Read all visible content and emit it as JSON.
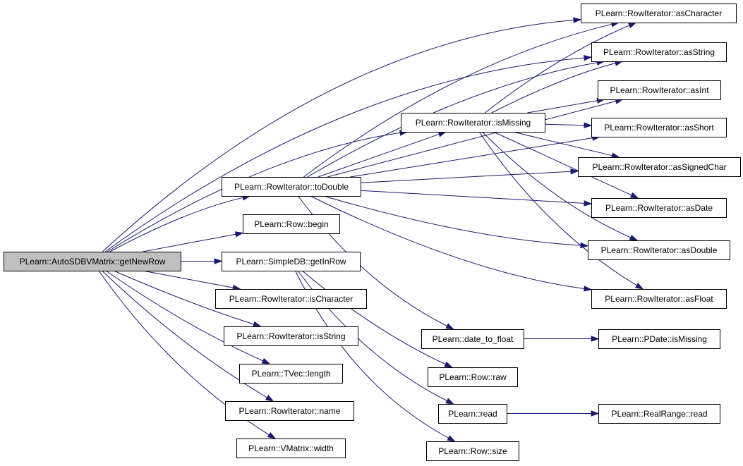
{
  "diagram": {
    "colors": {
      "edge": "#191970",
      "root_fill": "#bfbfbf",
      "node_fill": "#ffffff",
      "border": "#000000"
    },
    "nodes": [
      {
        "id": "getNewRow",
        "label": "PLearn::AutoSDBVMatrix::getNewRow",
        "root": true
      },
      {
        "id": "toDouble",
        "label": "PLearn::RowIterator::toDouble"
      },
      {
        "id": "begin",
        "label": "PLearn::Row::begin"
      },
      {
        "id": "getInRow",
        "label": "PLearn::SimpleDB::getInRow"
      },
      {
        "id": "isCharacter",
        "label": "PLearn::RowIterator::isCharacter"
      },
      {
        "id": "isString",
        "label": "PLearn::RowIterator::isString"
      },
      {
        "id": "length",
        "label": "PLearn::TVec::length"
      },
      {
        "id": "name",
        "label": "PLearn::RowIterator::name"
      },
      {
        "id": "width",
        "label": "PLearn::VMatrix::width"
      },
      {
        "id": "isMissing",
        "label": "PLearn::RowIterator::isMissing"
      },
      {
        "id": "date_to_float",
        "label": "PLearn::date_to_float"
      },
      {
        "id": "raw",
        "label": "PLearn::Row::raw"
      },
      {
        "id": "read",
        "label": "PLearn::read"
      },
      {
        "id": "size",
        "label": "PLearn::Row::size"
      },
      {
        "id": "asCharacter",
        "label": "PLearn::RowIterator::asCharacter"
      },
      {
        "id": "asString",
        "label": "PLearn::RowIterator::asString"
      },
      {
        "id": "asInt",
        "label": "PLearn::RowIterator::asInt"
      },
      {
        "id": "asShort",
        "label": "PLearn::RowIterator::asShort"
      },
      {
        "id": "asSignedChar",
        "label": "PLearn::RowIterator::asSignedChar"
      },
      {
        "id": "asDate",
        "label": "PLearn::RowIterator::asDate"
      },
      {
        "id": "asDouble",
        "label": "PLearn::RowIterator::asDouble"
      },
      {
        "id": "asFloat",
        "label": "PLearn::RowIterator::asFloat"
      },
      {
        "id": "pdate_isMissing",
        "label": "PLearn::PDate::isMissing"
      },
      {
        "id": "realrange_read",
        "label": "PLearn::RealRange::read"
      }
    ],
    "edges": [
      [
        "getNewRow",
        "asCharacter"
      ],
      [
        "getNewRow",
        "asString"
      ],
      [
        "getNewRow",
        "isMissing"
      ],
      [
        "getNewRow",
        "toDouble"
      ],
      [
        "getNewRow",
        "begin"
      ],
      [
        "getNewRow",
        "getInRow"
      ],
      [
        "getNewRow",
        "isCharacter"
      ],
      [
        "getNewRow",
        "isString"
      ],
      [
        "getNewRow",
        "length"
      ],
      [
        "getNewRow",
        "name"
      ],
      [
        "getNewRow",
        "width"
      ],
      [
        "toDouble",
        "asCharacter"
      ],
      [
        "toDouble",
        "asString"
      ],
      [
        "toDouble",
        "asInt"
      ],
      [
        "toDouble",
        "isMissing"
      ],
      [
        "toDouble",
        "asShort"
      ],
      [
        "toDouble",
        "asSignedChar"
      ],
      [
        "toDouble",
        "asDate"
      ],
      [
        "toDouble",
        "asDouble"
      ],
      [
        "toDouble",
        "asFloat"
      ],
      [
        "toDouble",
        "date_to_float"
      ],
      [
        "isMissing",
        "asCharacter"
      ],
      [
        "isMissing",
        "asString"
      ],
      [
        "isMissing",
        "asInt"
      ],
      [
        "isMissing",
        "asShort"
      ],
      [
        "isMissing",
        "asSignedChar"
      ],
      [
        "isMissing",
        "asDate"
      ],
      [
        "isMissing",
        "asDouble"
      ],
      [
        "isMissing",
        "asFloat"
      ],
      [
        "getInRow",
        "raw"
      ],
      [
        "getInRow",
        "read"
      ],
      [
        "getInRow",
        "size"
      ],
      [
        "date_to_float",
        "pdate_isMissing"
      ],
      [
        "read",
        "realrange_read"
      ]
    ]
  }
}
